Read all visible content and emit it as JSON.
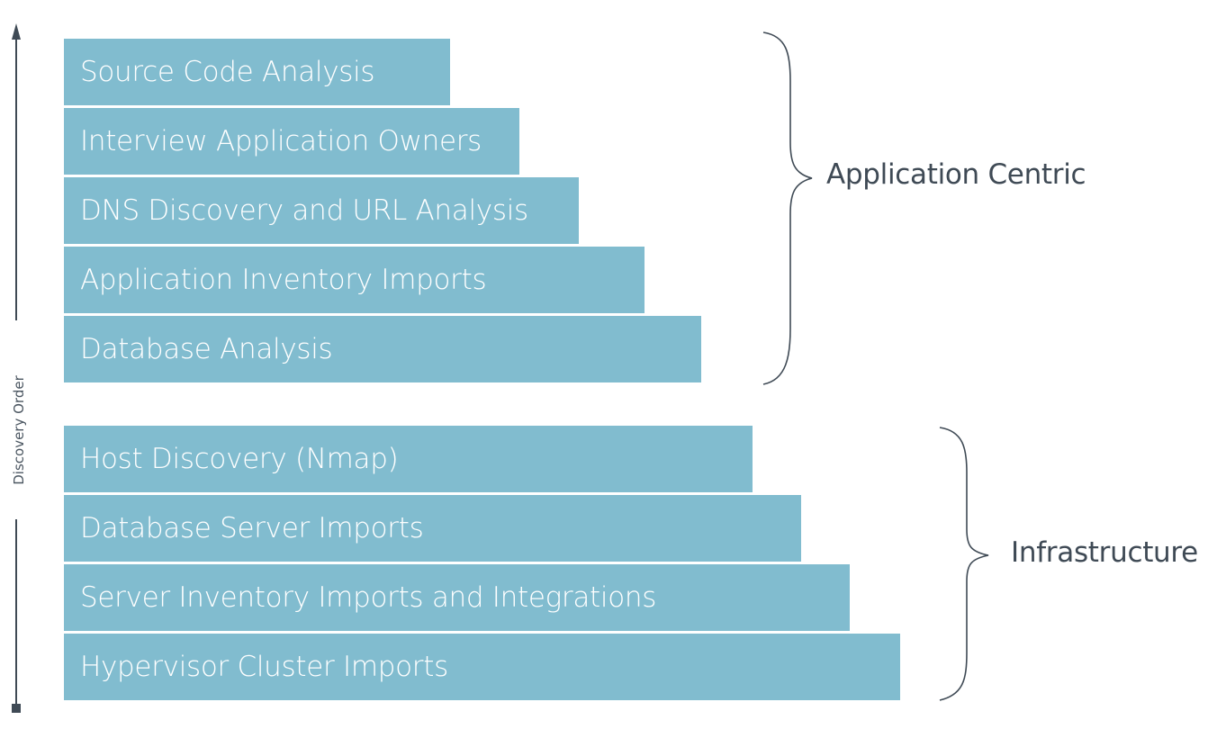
{
  "axis": {
    "label": "Discovery Order"
  },
  "groups": [
    {
      "label": "Application Centric",
      "bars": [
        {
          "label": "Source Code Analysis"
        },
        {
          "label": "Interview Application Owners"
        },
        {
          "label": "DNS Discovery and URL Analysis"
        },
        {
          "label": "Application Inventory Imports"
        },
        {
          "label": "Database Analysis"
        }
      ]
    },
    {
      "label": "Infrastructure",
      "bars": [
        {
          "label": "Host Discovery (Nmap)"
        },
        {
          "label": "Database Server Imports"
        },
        {
          "label": "Server Inventory Imports and Integrations"
        },
        {
          "label": "Hypervisor Cluster Imports"
        }
      ]
    }
  ],
  "colors": {
    "bar_fill": "#81bccf",
    "bar_text": "#ffffff",
    "brace_stroke": "#3f4a55",
    "group_text": "#3f4a55",
    "axis_stroke": "#3f4a55"
  }
}
